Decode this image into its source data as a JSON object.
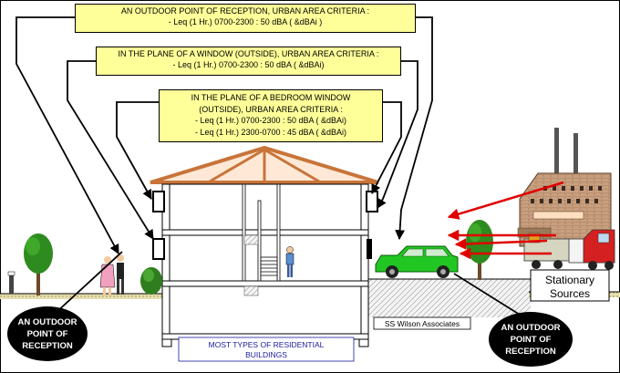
{
  "callouts": {
    "outdoor": {
      "title": "AN OUTDOOR POINT OF RECEPTION,  URBAN AREA CRITERIA :",
      "line1": "- Leq (1 Hr.) 0700-2300  : 50 dBA ( &dBAi )"
    },
    "window": {
      "title": "IN THE PLANE OF A WINDOW (OUTSIDE),  URBAN AREA CRITERIA :",
      "line1": "- Leq (1 Hr.) 0700-2300  : 50 dBA ( &dBAi)"
    },
    "bedroom": {
      "title1": "IN THE PLANE OF A BEDROOM WINDOW",
      "title2": "(OUTSIDE),  URBAN AREA CRITERIA :",
      "line1": "- Leq (1 Hr.) 0700-2300  : 50 dBA ( &dBAi)",
      "line2": "- Leq (1 Hr.) 2300-0700  : 45 dBA ( &dBAi)"
    }
  },
  "labels": {
    "outdoor_left": [
      "AN OUTDOOR",
      "POINT OF",
      "RECEPTION"
    ],
    "outdoor_right": [
      "AN OUTDOOR",
      "POINT OF",
      "RECEPTION"
    ],
    "stationary": [
      "Stationary",
      "Sources"
    ],
    "building": [
      "MOST TYPES OF RESIDENTIAL",
      "BUILDINGS"
    ],
    "credit": "SS Wilson Associates"
  },
  "colors": {
    "callout_fill": "#ffff99",
    "roof": "#c8743a",
    "arrow": "#e00000",
    "car": "#22c622",
    "tree": "#2e8b1f",
    "building_label_text": "#1a1aa0",
    "factory": "#c8a080"
  }
}
